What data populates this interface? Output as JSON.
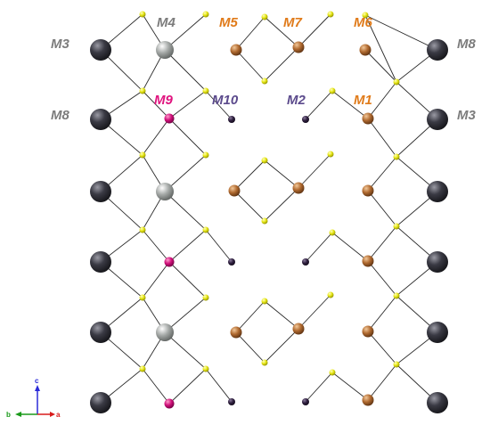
{
  "labels": {
    "M3_left": "M3",
    "M4": "M4",
    "M5": "M5",
    "M7": "M7",
    "M6": "M6",
    "M8_right": "M8",
    "M8_left": "M8",
    "M9": "M9",
    "M10": "M10",
    "M2": "M2",
    "M1": "M1",
    "M3_right": "M3"
  },
  "axes": {
    "c": "c",
    "b": "b",
    "a": "a"
  },
  "colors": {
    "gray_label": "#7c7c7c",
    "orange_label": "#e07b1a",
    "magenta_label": "#e0147f",
    "purple_label": "#5b4a8c",
    "dark_atom": "#3a3a44",
    "silver_atom": "#a4a8a6",
    "magenta_atom": "#d0107a",
    "brown_atom": "#b06a30",
    "purple_atom": "#2e1f3e",
    "yellow_atom": "#e6e614"
  },
  "atom_types": [
    "dark-gray",
    "silver",
    "magenta",
    "dark-purple",
    "brown",
    "yellow"
  ]
}
